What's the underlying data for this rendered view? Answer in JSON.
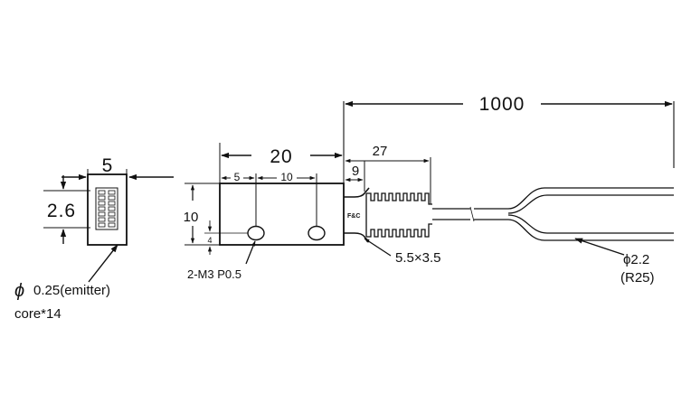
{
  "dimensions": {
    "cable_length": "1000",
    "body_length": "20",
    "collar_length": "27",
    "strain_relief_length": "9",
    "hole_offset": "5",
    "hole_pitch": "10",
    "body_height": "10",
    "hole_height": "4",
    "end_width": "5",
    "end_height": "2.6"
  },
  "callouts": {
    "mount_holes": "2-M3 P0.5",
    "collar_size": "5.5×3.5",
    "cable_diameter": "ϕ2.2",
    "cable_bend": "(R25)",
    "emitter_symbol": "ϕ",
    "emitter_spec": "0.25(emitter)",
    "emitter_core": "core*14"
  },
  "brand_mark": "F&C"
}
